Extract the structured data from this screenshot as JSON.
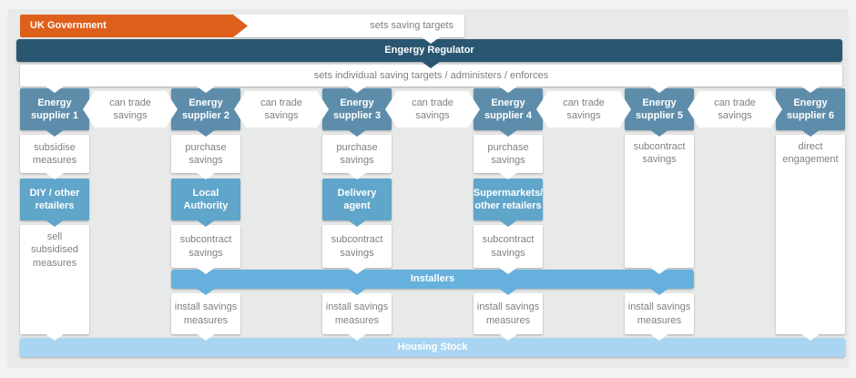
{
  "header": {
    "uk_government": "UK Government",
    "sets_saving_targets": "sets saving targets",
    "regulator": "Engergy Regulator",
    "regulator_actions": "sets individual saving targets / administers / enforces"
  },
  "trade_label": "can trade\nsavings",
  "install_label": "install savings\nmeasures",
  "columns": [
    {
      "supplier": "Energy\nsupplier 1",
      "action": "subsidise\nmeasures",
      "intermediary": "DIY / other\nretailers",
      "action2": "sell\nsubsidised\nmeasures"
    },
    {
      "supplier": "Energy\nsupplier 2",
      "action": "purchase\nsavings",
      "intermediary": "Local\nAuthority",
      "action2": "subcontract\nsavings"
    },
    {
      "supplier": "Energy\nsupplier 3",
      "action": "purchase\nsavings",
      "intermediary": "Delivery\nagent",
      "action2": "subcontract\nsavings"
    },
    {
      "supplier": "Energy\nsupplier 4",
      "action": "purchase\nsavings",
      "intermediary": "Supermarkets/\nother retailers",
      "action2": "subcontract\nsavings"
    },
    {
      "supplier": "Energy\nsupplier 5",
      "action": "subcontract\nsavings"
    },
    {
      "supplier": "Energy\nsupplier 6",
      "action": "direct\nengagement"
    }
  ],
  "banners": {
    "installers": "Installers",
    "housing_stock": "Housing Stock"
  },
  "colors": {
    "orange": "#de5f1b",
    "dark": "#2a5672",
    "supplier": "#5e8dab",
    "mid": "#60a5ca",
    "installers": "#66b0dd",
    "housing": "#aad5f2",
    "panel": "#e8e9e9",
    "outer": "#f2f2f2",
    "graytext": "#7d8083"
  }
}
